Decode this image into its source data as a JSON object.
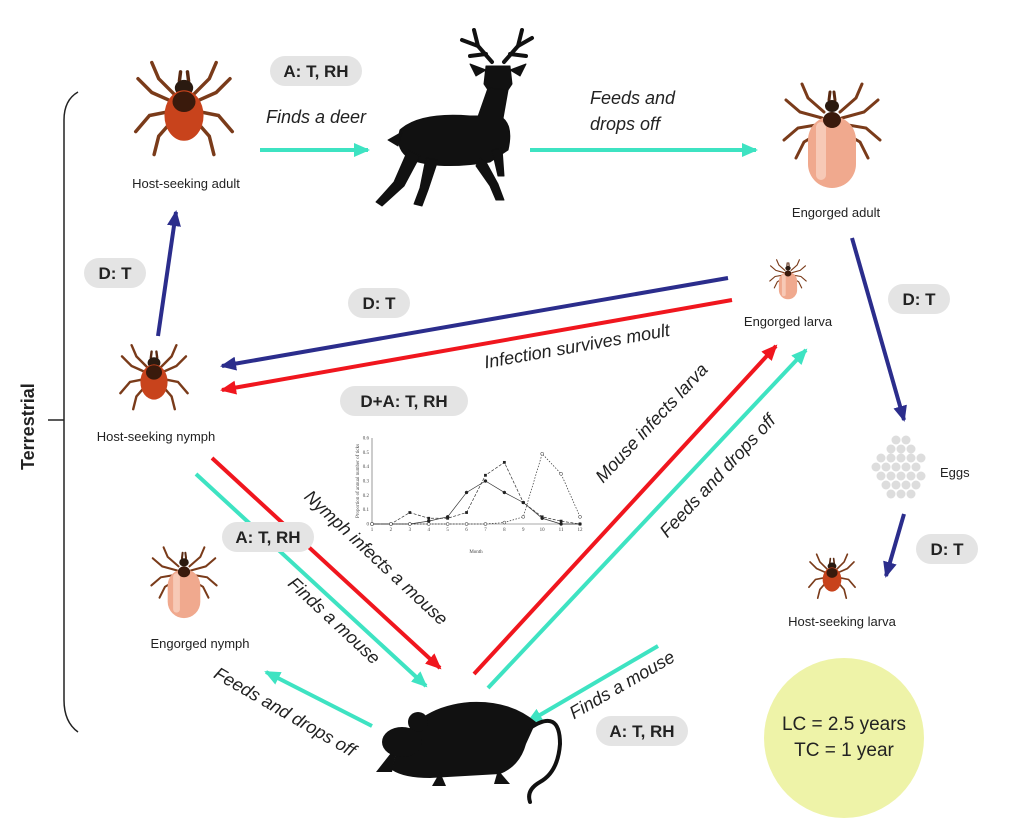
{
  "side_label": "Terrestrial",
  "stages": {
    "host_seeking_adult": "Host-seeking adult",
    "engorged_adult": "Engorged adult",
    "engorged_larva": "Engorged larva",
    "host_seeking_nymph": "Host-seeking nymph",
    "eggs": "Eggs",
    "host_seeking_larva": "Host-seeking larva",
    "engorged_nymph": "Engorged nymph"
  },
  "badges": {
    "top_at_rh": "A: T, RH",
    "left_dt": "D: T",
    "middle_dt": "D: T",
    "right_dt": "D: T",
    "da_t_rh": "D+A: T, RH",
    "eggs_dt": "D: T",
    "nymph_at_rh": "A: T, RH",
    "bottom_at_rh": "A: T, RH"
  },
  "transitions": {
    "finds_deer": "Finds a deer",
    "feeds_drops_top_1": "Feeds and",
    "feeds_drops_top_2": "drops off",
    "infection_survives": "Infection survives moult",
    "nymph_infects": "Nymph infects a mouse",
    "finds_mouse_left": "Finds a mouse",
    "mouse_infects": "Mouse infects larva",
    "feeds_drops_right": "Feeds and drops off",
    "feeds_drops_left": "Feeds and drops off",
    "finds_mouse_right": "Finds a mouse"
  },
  "summary": {
    "lc": "LC = 2.5 years",
    "tc": "TC = 1 year"
  },
  "colors": {
    "cyan": "#3ee3c2",
    "navy": "#2b2d8c",
    "red": "#f0161e",
    "badge": "#e4e4e4",
    "summary_circle": "#eef3a8",
    "tick_body": "#c8431c",
    "engorged_body": "#f0a98e"
  },
  "chart_data": {
    "type": "line",
    "title": "",
    "xlabel": "Month",
    "ylabel": "Proportion of annual number of ticks",
    "x": [
      1,
      2,
      3,
      4,
      5,
      6,
      7,
      8,
      9,
      10,
      11,
      12
    ],
    "xlim": [
      1,
      12
    ],
    "ylim": [
      0,
      0.6
    ],
    "yticks": [
      "0",
      "0.1",
      "0.2",
      "0.3",
      "0.4",
      "0.5",
      "0.6"
    ],
    "series": [
      {
        "values": [
          0,
          0,
          0,
          0.02,
          0.05,
          0.22,
          0.3,
          0.22,
          0.15,
          0.04,
          0,
          0
        ]
      },
      {
        "values": [
          0,
          0,
          0.08,
          0.04,
          0.04,
          0.08,
          0.34,
          0.43,
          0.15,
          0.05,
          0.02,
          0
        ]
      },
      {
        "values": [
          0,
          0,
          0,
          0,
          0,
          0,
          0,
          0.01,
          0.05,
          0.49,
          0.35,
          0.05
        ]
      }
    ]
  }
}
